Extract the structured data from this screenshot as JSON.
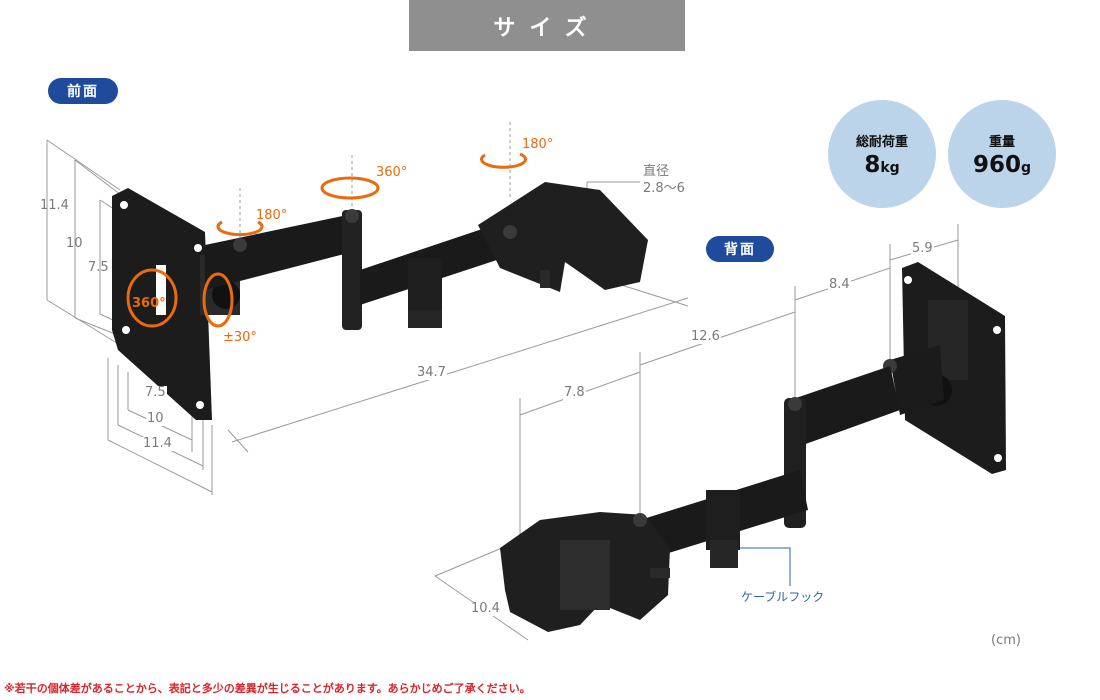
{
  "title": "サイズ",
  "front_label": "前面",
  "back_label": "背面",
  "specs": [
    {
      "label": "総耐荷重",
      "value": "8",
      "unit": "kg"
    },
    {
      "label": "重量",
      "value": "960",
      "unit": "g"
    }
  ],
  "front_dimensions": {
    "height_outer": "11.4",
    "height_mid": "10",
    "height_inner": "7.5",
    "width_inner": "7.5",
    "width_mid": "10",
    "width_outer": "11.4",
    "total_length": "34.7",
    "diameter_label": "直径",
    "diameter_value": "2.8〜6"
  },
  "front_rotations": {
    "panel_spin": "360°",
    "tilt": "±30°",
    "joint_1": "180°",
    "joint_2": "360°",
    "joint_3": "180°"
  },
  "back_dimensions": {
    "d1": "5.9",
    "d2": "8.4",
    "d3": "12.6",
    "d4": "7.8",
    "clamp_depth": "10.4"
  },
  "cable_hook_label": "ケーブルフック",
  "unit": "(cm)",
  "note": "※若干の個体差があることから、表記と多少の差異が生じることがあります。あらかじめご了承ください。",
  "colors": {
    "accent_orange": "#ea6a0e",
    "pill_blue": "#1f4b9c",
    "spec_circle": "#bcd4ea",
    "note_red": "#d9232a",
    "title_gray": "#8f8f8f"
  }
}
